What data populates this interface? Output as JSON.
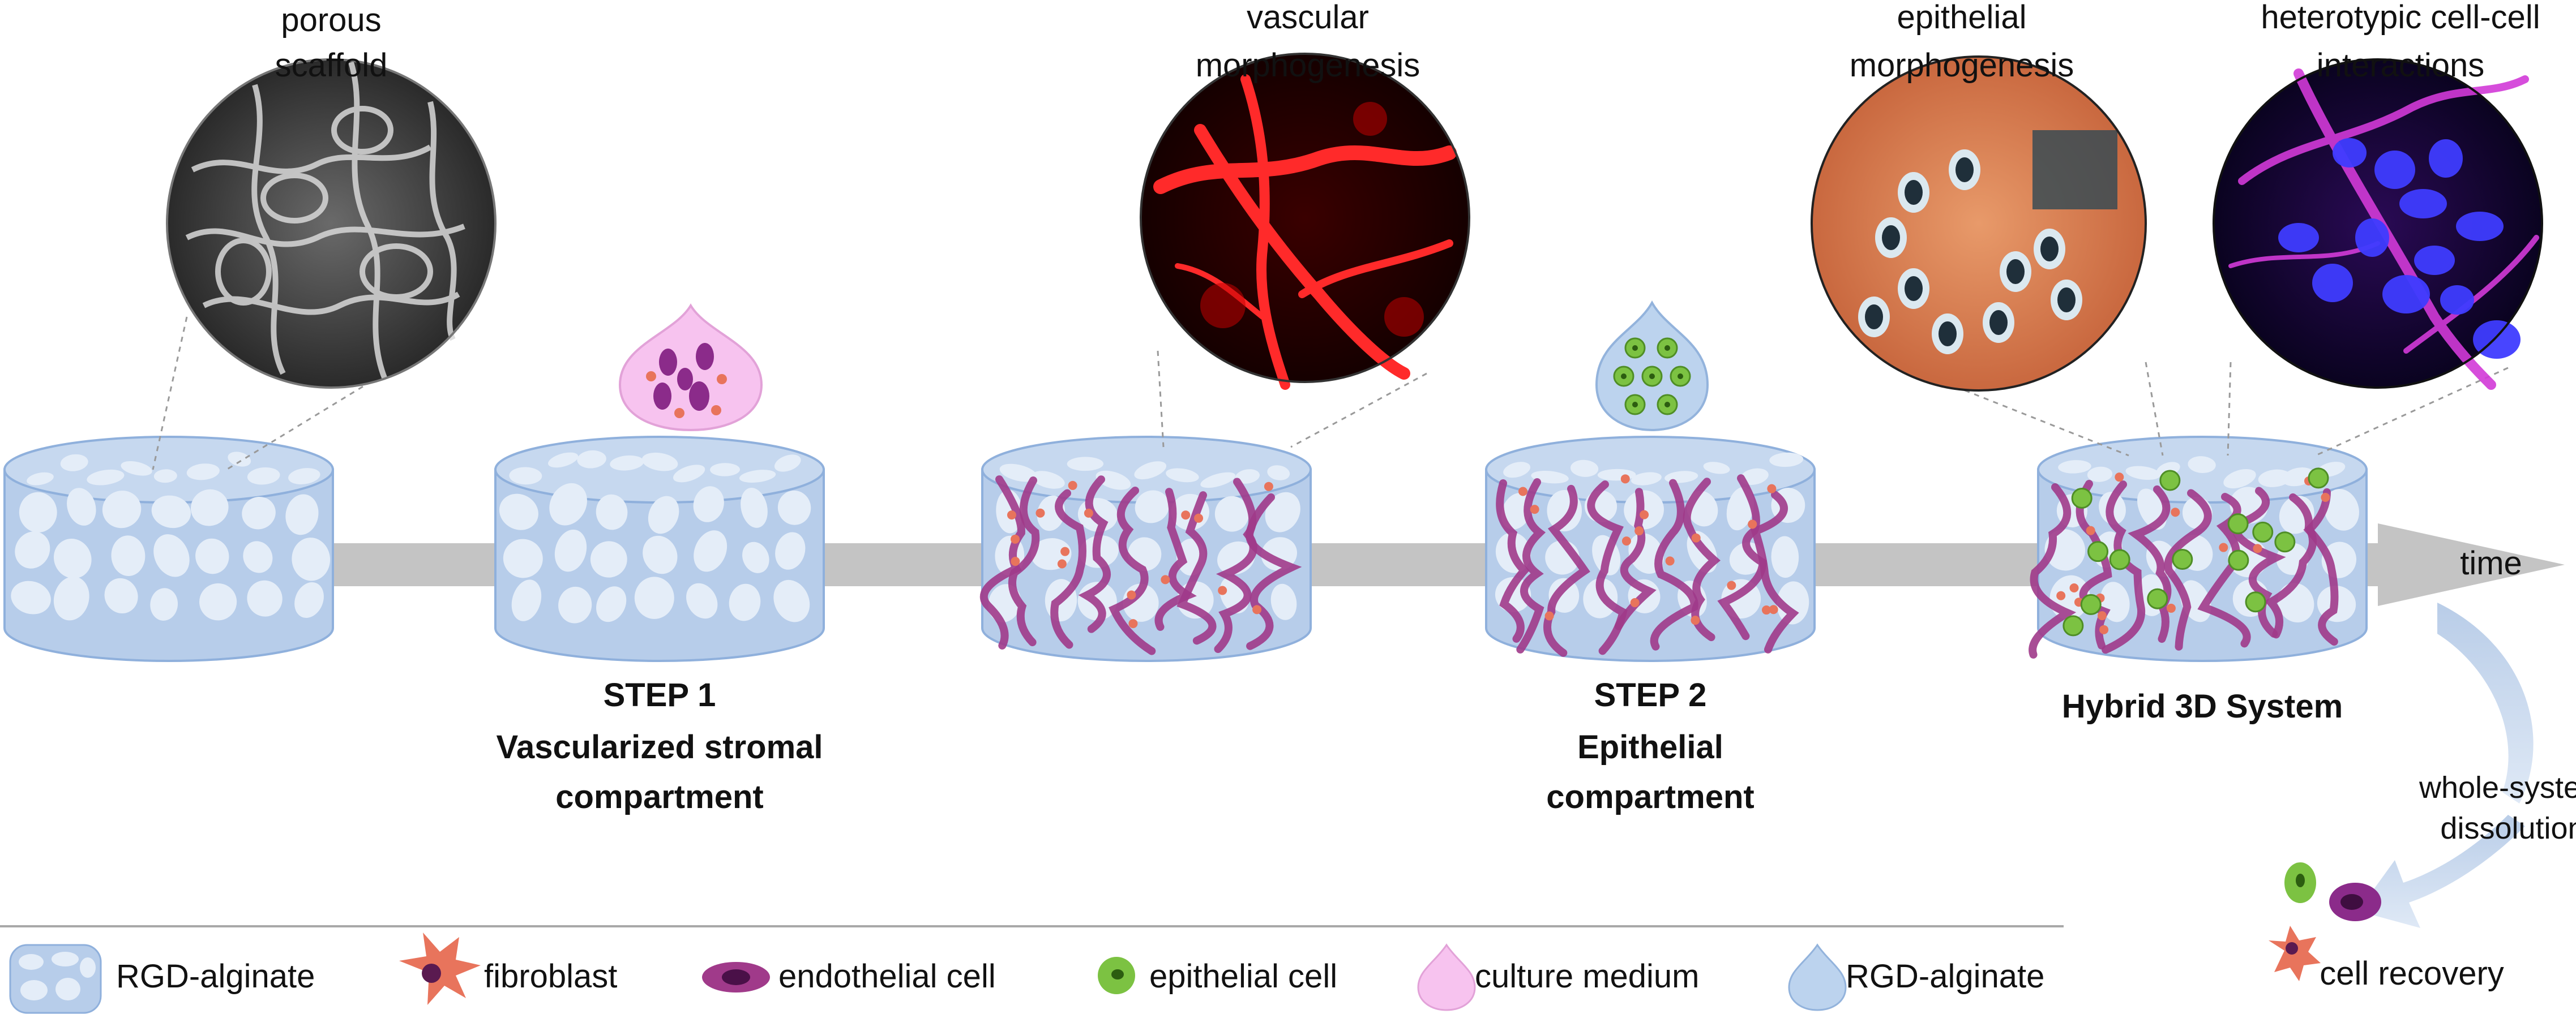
{
  "labels": {
    "porous_scaffold": [
      "porous",
      "scaffold"
    ],
    "vascular_morphogenesis": [
      "vascular",
      "morphogenesis"
    ],
    "epithelial_morphogenesis": [
      "epithelial",
      "morphogenesis"
    ],
    "heterotypic": [
      "heterotypic cell-cell",
      "interactions"
    ],
    "time": "time",
    "dissolution": [
      "whole-system",
      "dissolution"
    ],
    "cell_recovery": "cell recovery"
  },
  "steps": {
    "step1": [
      "STEP 1",
      "Vascularized stromal",
      "compartment"
    ],
    "step2": [
      "STEP 2",
      "Epithelial",
      "compartment"
    ],
    "hybrid": "Hybrid 3D System"
  },
  "legend": [
    {
      "label": "RGD-alginate",
      "icon": "scaffold-icon"
    },
    {
      "label": "fibroblast",
      "icon": "fibroblast-icon"
    },
    {
      "label": "endothelial cell",
      "icon": "endothelial-cell-icon"
    },
    {
      "label": "epithelial cell",
      "icon": "epithelial-cell-icon"
    },
    {
      "label": "culture medium",
      "icon": "culture-medium-drop-icon"
    },
    {
      "label": "RGD-alginate",
      "icon": "rgd-alginate-drop-icon"
    }
  ],
  "colors": {
    "scaffold_fill": "#b7cdea",
    "scaffold_edge": "#8fb0dc",
    "pore": "#e4edf8",
    "arrow": "#c4c4c4",
    "vessel": "#a03a8a",
    "fibroblast": "#e8745c",
    "epithelial": "#7cc242",
    "medium_drop": "#f7c3ef",
    "alginate_drop": "#bcd3ee"
  }
}
